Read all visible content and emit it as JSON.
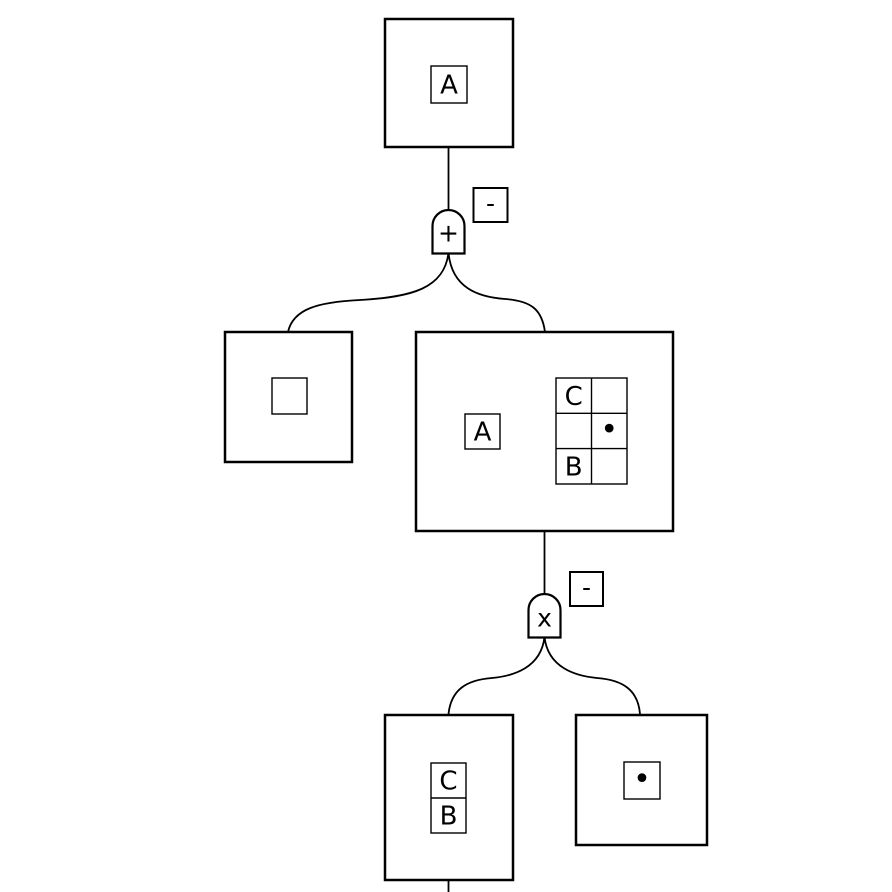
{
  "colors": {
    "background": "#ffffff",
    "line": "#000000",
    "text": "#000000"
  },
  "nodes": {
    "root": {
      "label": "A"
    },
    "gate_top": {
      "op": "+",
      "badge": "-"
    },
    "mid_left": {
      "label": ""
    },
    "mid_right": {
      "label": "A",
      "grid": [
        [
          "C",
          ""
        ],
        [
          "",
          "•"
        ],
        [
          "B",
          ""
        ]
      ]
    },
    "gate_bottom": {
      "op": "x",
      "badge": "-"
    },
    "bottom_left": {
      "grid": [
        [
          "C"
        ],
        [
          "B"
        ]
      ]
    },
    "bottom_right": {
      "label": "•"
    }
  }
}
